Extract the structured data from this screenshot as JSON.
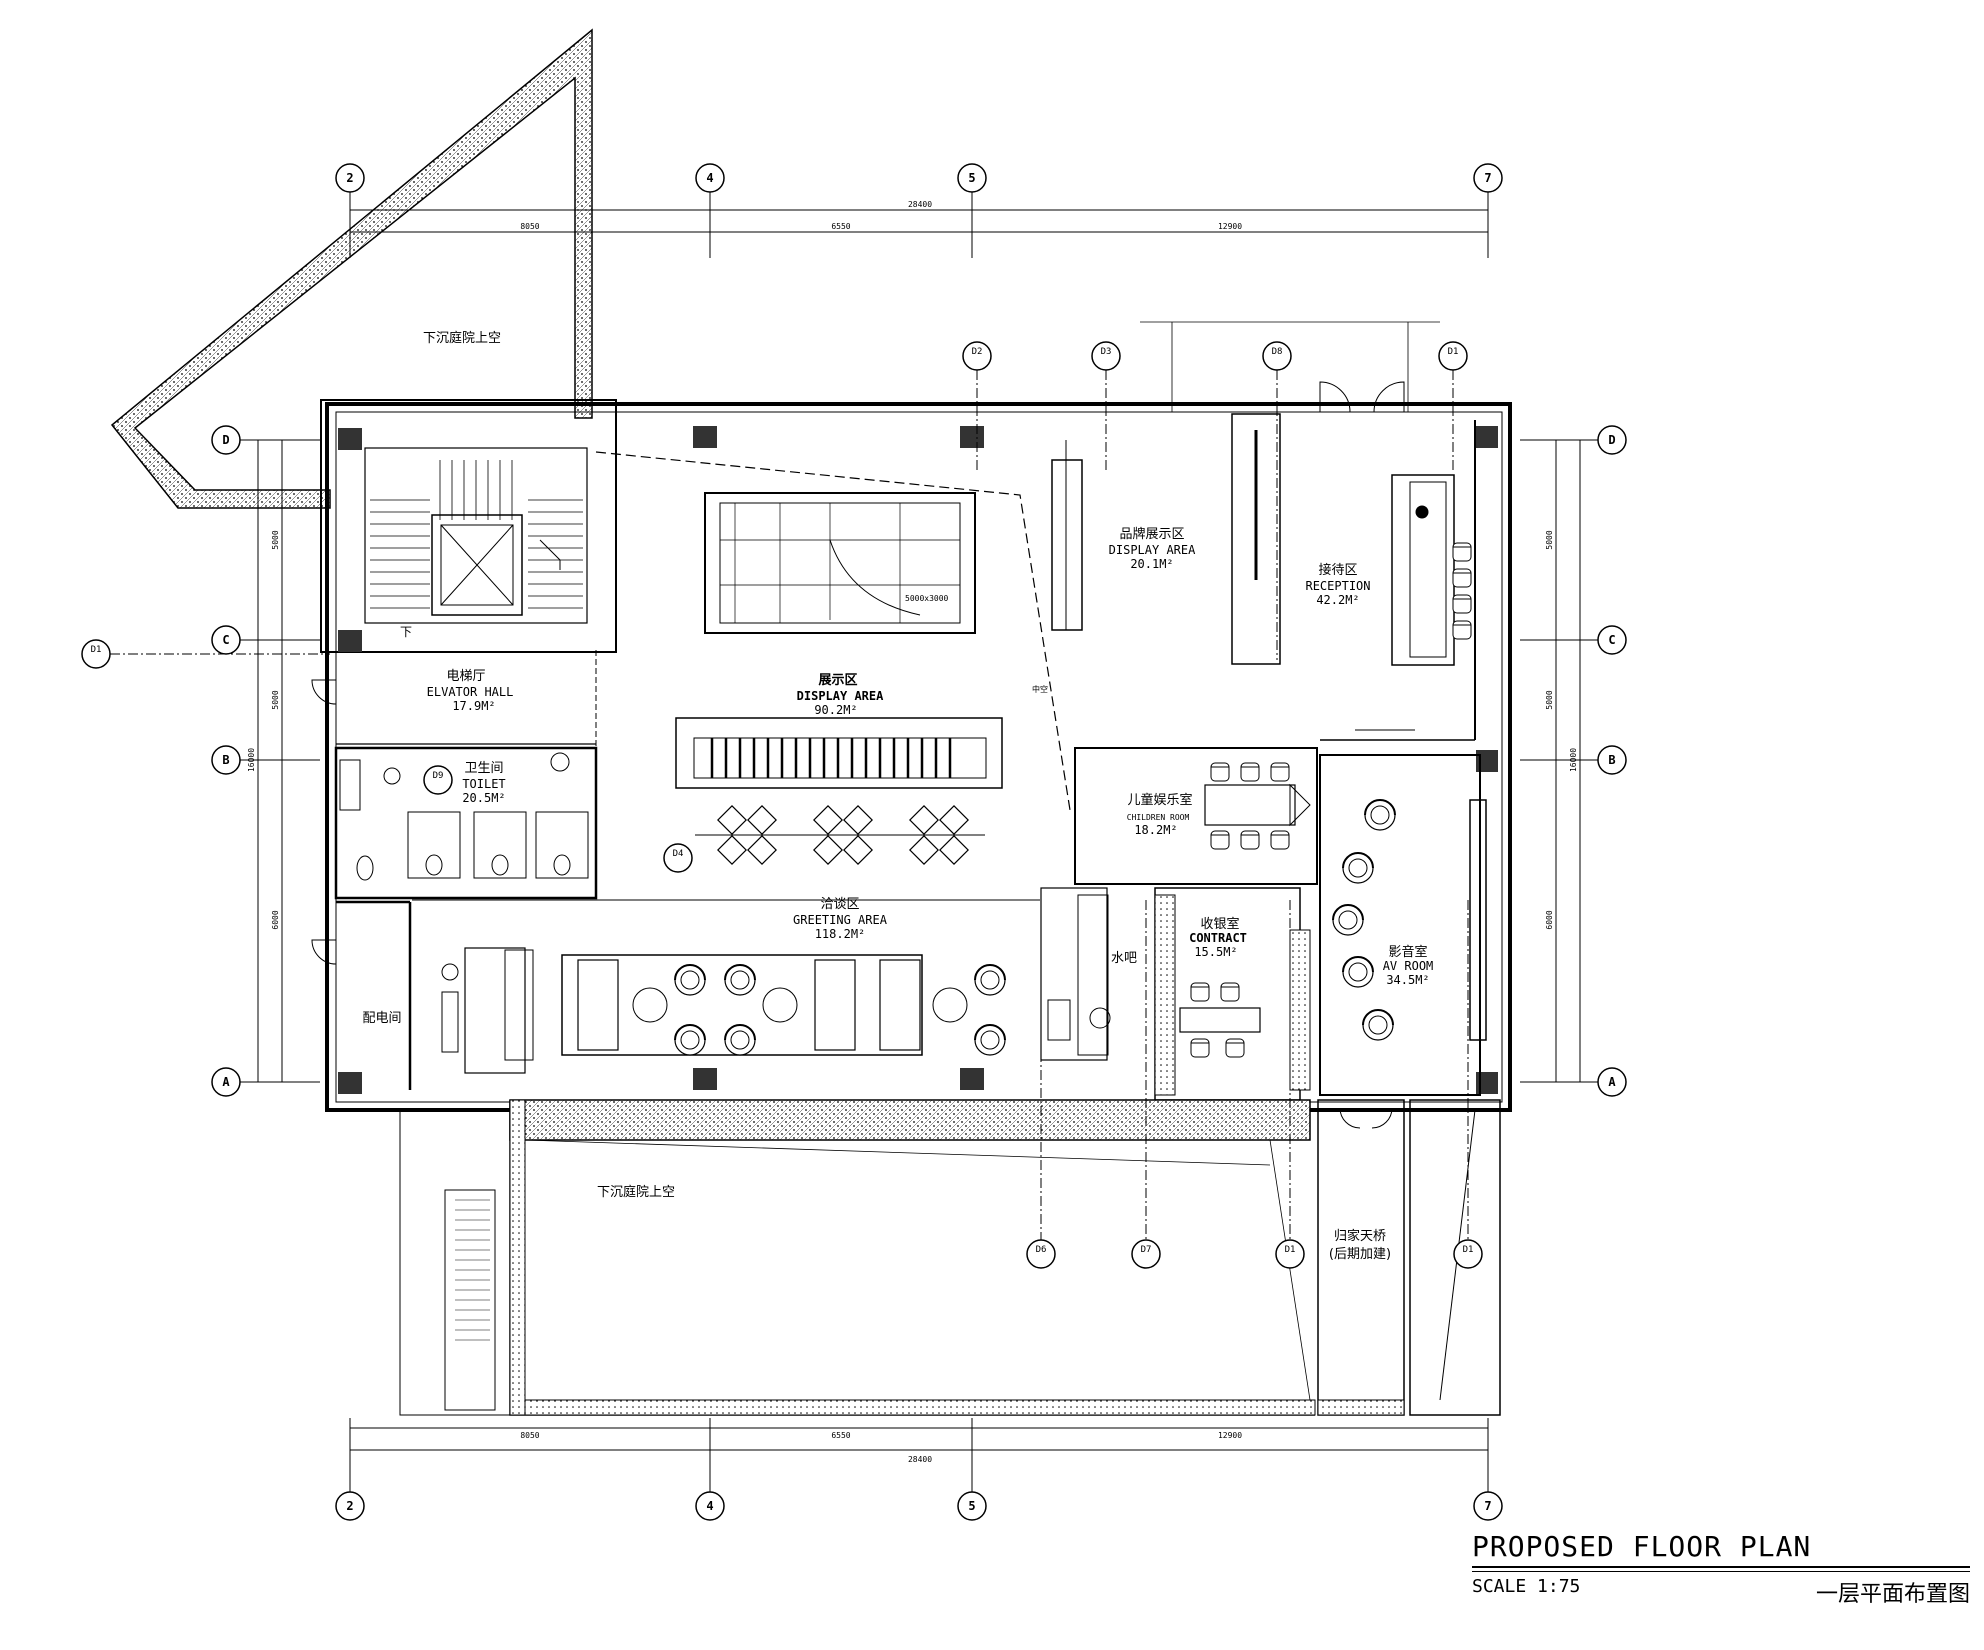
{
  "drawing": {
    "title": "PROPOSED FLOOR PLAN",
    "scale": "SCALE 1:75",
    "title_cn": "一层平面布置图"
  },
  "axes": {
    "columns": [
      "2",
      "4",
      "5",
      "7"
    ],
    "rows": [
      "D",
      "C",
      "B",
      "A"
    ]
  },
  "dimensions": {
    "top_total": "28400",
    "top_segments": [
      "8050",
      "6550",
      "12900"
    ],
    "bottom_total": "28400",
    "bottom_segments": [
      "8050",
      "6550",
      "12900"
    ],
    "left_total": "16000",
    "left_segments": [
      "5000",
      "5000",
      "6000"
    ],
    "right_total": "16000",
    "right_segments": [
      "5000",
      "5000",
      "6000"
    ]
  },
  "rooms": {
    "sunken_top": "下沉庭院上空",
    "sunken_bottom": "下沉庭院上空",
    "elevator_cn": "电梯厅",
    "elevator_en": "ELVATOR HALL",
    "elevator_area": "17.9M²",
    "toilet_cn": "卫生间",
    "toilet_en": "TOILET",
    "toilet_area": "20.5M²",
    "power_cn": "配电间",
    "brand_cn": "品牌展示区",
    "brand_en": "DISPLAY AREA",
    "brand_area": "20.1M²",
    "reception_cn": "接待区",
    "reception_en": "RECEPTION",
    "reception_area": "42.2M²",
    "display_cn": "展示区",
    "display_en": "DISPLAY AREA",
    "display_area": "90.2M²",
    "children_cn": "儿童娱乐室",
    "children_en": "CHILDREN ROOM",
    "children_area": "18.2M²",
    "greeting_cn": "洽谈区",
    "greeting_en": "GREETING AREA",
    "greeting_area": "118.2M²",
    "bar_cn": "水吧",
    "contract_cn": "收银室",
    "contract_en": "CONTRACT",
    "contract_area": "15.5M²",
    "av_cn": "影音室",
    "av_en": "AV ROOM",
    "av_area": "34.5M²",
    "bridge_cn": "归家天桥",
    "bridge_sub": "(后期加建)",
    "down_mark": "下",
    "model_note": "5000x3000",
    "ceiling_note": "中空"
  },
  "section_tags": [
    "D1",
    "D2",
    "D3",
    "D8",
    "D1",
    "D9",
    "D4",
    "D6",
    "D7",
    "D1",
    "D1"
  ]
}
